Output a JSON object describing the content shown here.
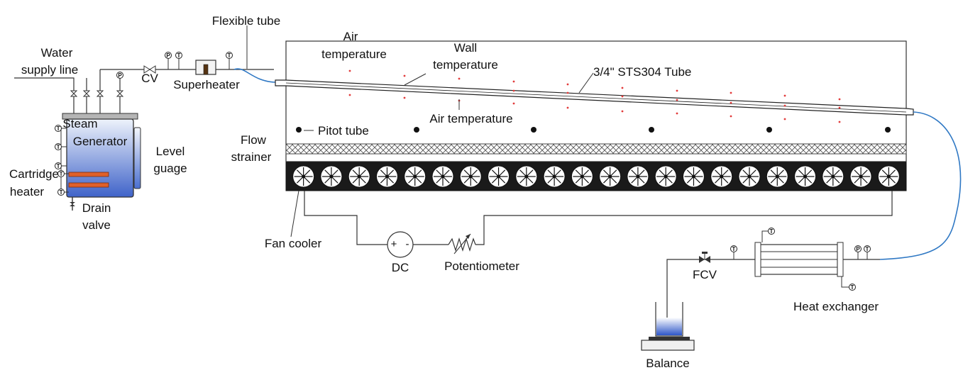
{
  "labels": {
    "water_supply_line": [
      "Water",
      "supply line"
    ],
    "check_valve": "CV",
    "superheater": "Superheater",
    "flexible_tube": "Flexible tube",
    "steam_generator": [
      "Steam",
      "Generator"
    ],
    "level_gauge": [
      "Level",
      "guage"
    ],
    "cartridge_heater": [
      "Cartridge",
      "heater"
    ],
    "drain_valve": [
      "Drain",
      "valve"
    ],
    "air_temperature_top": [
      "Air",
      "temperature"
    ],
    "wall_temperature": [
      "Wall",
      "temperature"
    ],
    "tube": "3/4\" STS304 Tube",
    "air_temperature_bottom": "Air temperature",
    "pitot_tube": "Pitot tube",
    "flow_strainer": [
      "Flow",
      "strainer"
    ],
    "fan_cooler": "Fan cooler",
    "dc": "DC",
    "potentiometer": "Potentiometer",
    "fcv": "FCV",
    "heat_exchanger": "Heat exchanger",
    "balance": "Balance",
    "sensor_t": "T",
    "sensor_p": "P",
    "dc_plus": "+",
    "dc_minus": "-"
  },
  "colors": {
    "line": "#222222",
    "flexible_tube": "#2f78c4",
    "thermocouple_dot": "#e23b3b",
    "heater": "#e0602a",
    "water_top": "#eef3fb",
    "water_bottom": "#3f63c9",
    "fan_body": "#1a1a1a",
    "strainer": "#555555"
  },
  "fan_count": 22,
  "pitot_tube_count": 6
}
